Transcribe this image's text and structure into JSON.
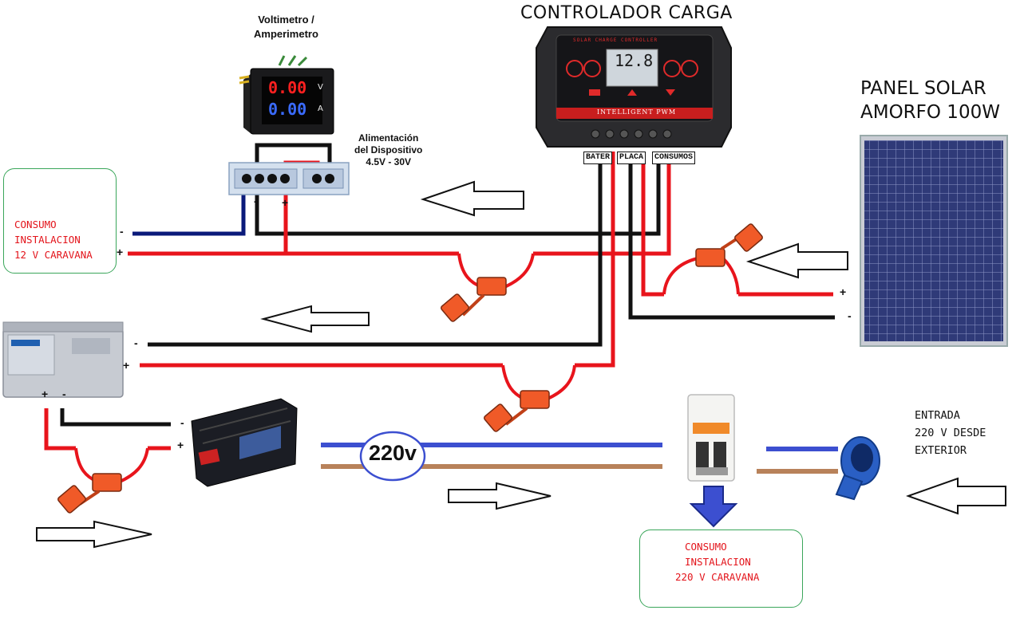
{
  "titles": {
    "controller": "CONTROLADOR CARGA",
    "meter_line1": "Voltimetro /",
    "meter_line2": "Amperimetro",
    "supply_line1": "Alimentación",
    "supply_line2": "del Dispositivo",
    "supply_line3": "4.5V - 30V",
    "panel_line1": "PANEL SOLAR",
    "panel_line2": "AMORFO 100W"
  },
  "controller": {
    "screen_value": "12.8",
    "brand_text": "SOLAR CHARGE CONTROLLER",
    "footer_text": "INTELLIGENT PWM",
    "terminals": {
      "battery": "BATER",
      "panel": "PLACA",
      "loads": "CONSUMOS"
    }
  },
  "meter": {
    "volts": "0.00",
    "amps": "0.00",
    "v_unit": "V",
    "a_unit": "A"
  },
  "consumo_12v": {
    "line1": "CONSUMO",
    "line2": "INSTALACION",
    "line3": "12 V CARAVANA"
  },
  "consumo_220v": {
    "line1": "CONSUMO",
    "line2": "INSTALACION",
    "line3": "220 V CARAVANA"
  },
  "entrada": {
    "line1": "ENTRADA",
    "line2": "220 V DESDE",
    "line3": "EXTERIOR"
  },
  "voltage_badge": "220v",
  "polarity": {
    "minus": "-",
    "plus": "+"
  },
  "colors": {
    "positive_wire": "#e8141c",
    "negative_wire": "#111111",
    "dark_blue_wire": "#0a1a7a",
    "ac_blue": "#3c4fd0",
    "ac_brown": "#b8825a",
    "fuse_orange": "#f05a28",
    "box_border": "#3aa65a",
    "label_red": "#e3141b"
  }
}
